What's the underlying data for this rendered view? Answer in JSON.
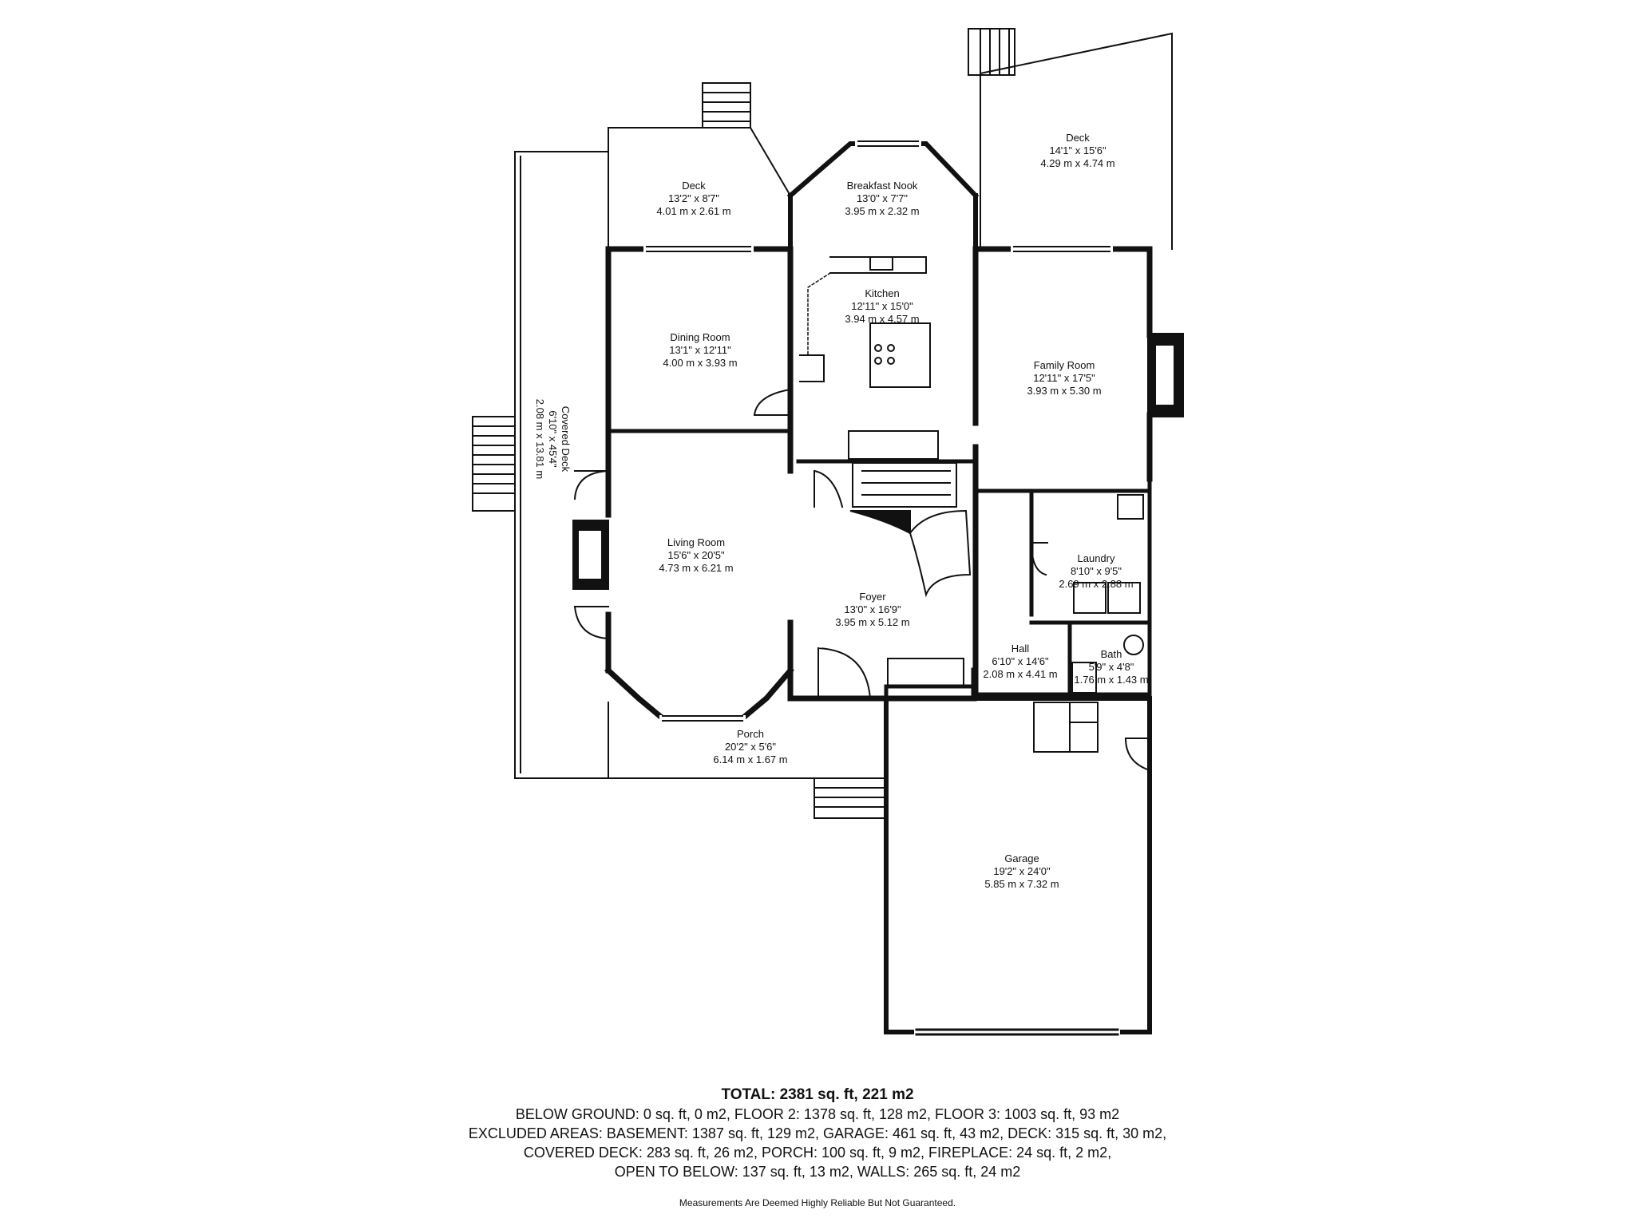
{
  "rooms": {
    "deck_left": {
      "name": "Deck",
      "imperial": "13'2\" x 8'7\"",
      "metric": "4.01 m x 2.61 m"
    },
    "breakfast_nook": {
      "name": "Breakfast Nook",
      "imperial": "13'0\" x 7'7\"",
      "metric": "3.95 m x 2.32 m"
    },
    "deck_right": {
      "name": "Deck",
      "imperial": "14'1\" x 15'6\"",
      "metric": "4.29 m x 4.74 m"
    },
    "kitchen": {
      "name": "Kitchen",
      "imperial": "12'11\" x 15'0\"",
      "metric": "3.94 m x 4.57 m"
    },
    "dining_room": {
      "name": "Dining Room",
      "imperial": "13'1\" x 12'11\"",
      "metric": "4.00 m x 3.93 m"
    },
    "family_room": {
      "name": "Family Room",
      "imperial": "12'11\" x 17'5\"",
      "metric": "3.93 m x 5.30 m"
    },
    "covered_deck": {
      "name": "Covered Deck",
      "imperial": "6'10\" x 45'4\"",
      "metric": "2.08 m x 13.81 m"
    },
    "living_room": {
      "name": "Living Room",
      "imperial": "15'6\" x 20'5\"",
      "metric": "4.73 m x 6.21 m"
    },
    "laundry": {
      "name": "Laundry",
      "imperial": "8'10\" x 9'5\"",
      "metric": "2.69 m x 2.88 m"
    },
    "foyer": {
      "name": "Foyer",
      "imperial": "13'0\" x 16'9\"",
      "metric": "3.95 m x 5.12 m"
    },
    "hall": {
      "name": "Hall",
      "imperial": "6'10\" x 14'6\"",
      "metric": "2.08 m x 4.41 m"
    },
    "bath": {
      "name": "Bath",
      "imperial": "5'9\" x 4'8\"",
      "metric": "1.76 m x 1.43 m"
    },
    "porch": {
      "name": "Porch",
      "imperial": "20'2\" x 5'6\"",
      "metric": "6.14 m x 1.67 m"
    },
    "garage": {
      "name": "Garage",
      "imperial": "19'2\" x 24'0\"",
      "metric": "5.85 m x 7.32 m"
    }
  },
  "summary": {
    "total": "TOTAL: 2381 sq. ft, 221 m2",
    "line1": "BELOW GROUND: 0 sq. ft, 0 m2, FLOOR 2: 1378 sq. ft, 128 m2, FLOOR 3: 1003 sq. ft, 93 m2",
    "line2": "EXCLUDED AREAS: BASEMENT: 1387 sq. ft, 129 m2, GARAGE: 461 sq. ft, 43 m2, DECK: 315 sq. ft, 30 m2,",
    "line3": "COVERED DECK: 283 sq. ft, 26 m2, PORCH: 100 sq. ft, 9 m2, FIREPLACE: 24 sq. ft, 2 m2,",
    "line4": "OPEN TO BELOW: 137 sq. ft, 13 m2, WALLS: 265 sq. ft, 24 m2",
    "disclaimer": "Measurements Are Deemed Highly Reliable But Not Guaranteed."
  }
}
